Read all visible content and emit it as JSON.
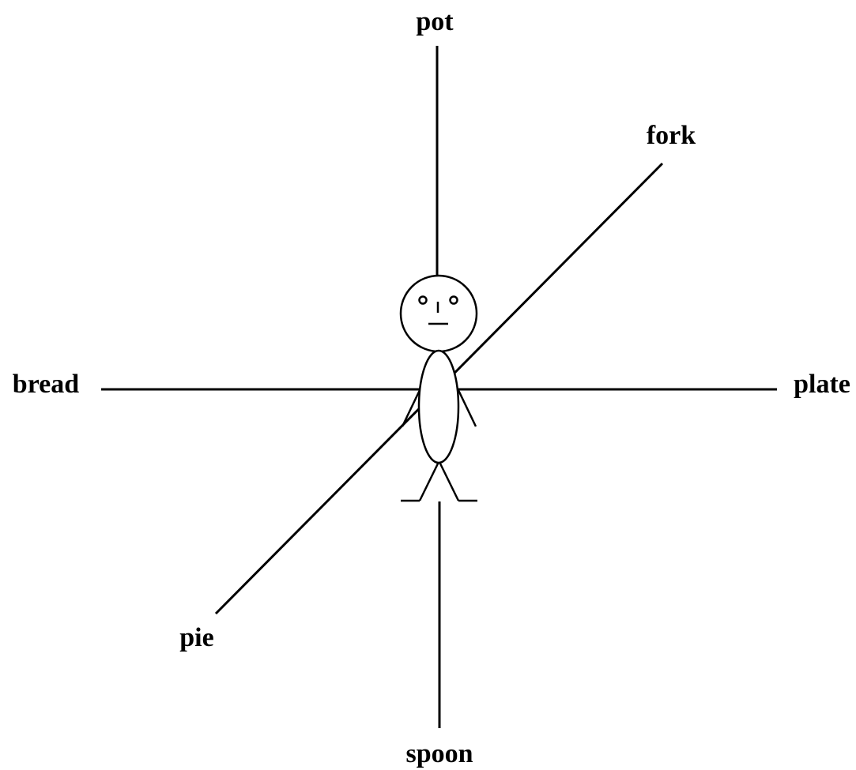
{
  "labels": {
    "top": "pot",
    "top_right": "fork",
    "left": "bread",
    "right": "plate",
    "bottom_left": "pie",
    "bottom": "spoon"
  },
  "colors": {
    "stroke": "#000000",
    "background": "#ffffff"
  }
}
